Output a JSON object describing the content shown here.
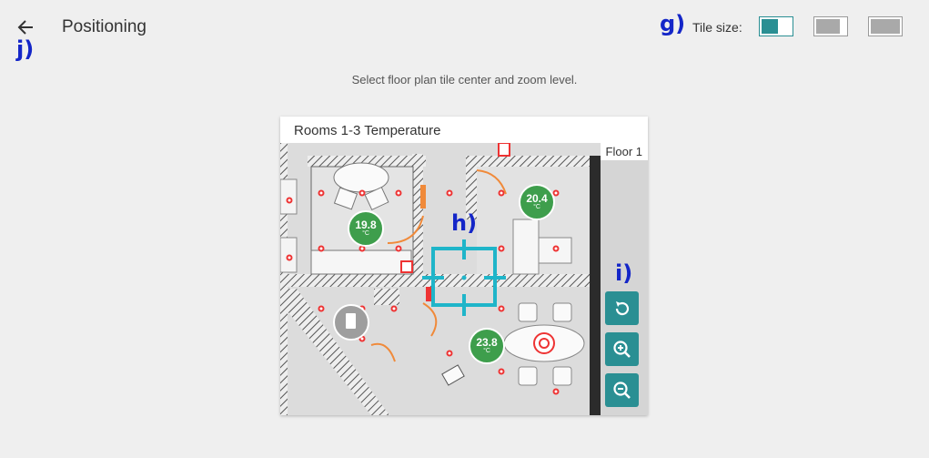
{
  "header": {
    "title": "Positioning",
    "back_icon": "arrow-left-icon",
    "tile_size_label": "Tile size:"
  },
  "instructions": "Select floor plan tile center and zoom level.",
  "annotations": {
    "g": "g)",
    "h": "h)",
    "i": "i)",
    "j": "j)"
  },
  "card": {
    "title": "Rooms 1-3 Temperature",
    "floor_label": "Floor 1"
  },
  "sensors": [
    {
      "value": "19.8",
      "unit": "°C"
    },
    {
      "value": "20.4",
      "unit": "°C"
    },
    {
      "value": "23.8",
      "unit": "°C"
    }
  ],
  "controls": [
    "reset-rotate-icon",
    "zoom-in-icon",
    "zoom-out-icon"
  ],
  "colors": {
    "accent": "#2a8f93",
    "sensor": "#3e9e4c",
    "selector": "#1fb5c9",
    "annotation": "#1426c8"
  }
}
